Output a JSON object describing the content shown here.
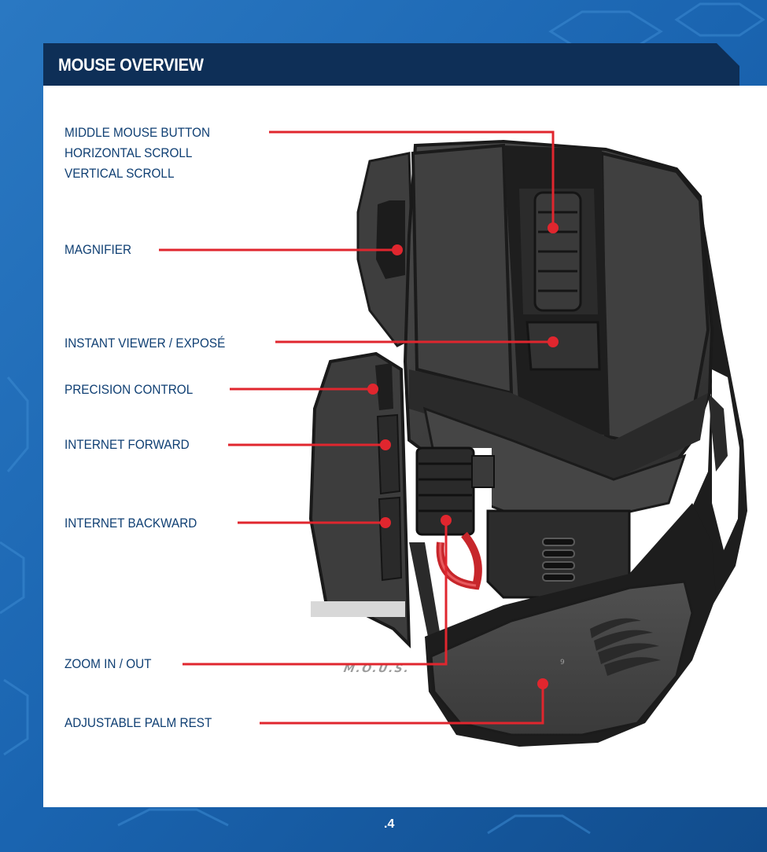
{
  "header": {
    "title": "MOUSE OVERVIEW"
  },
  "callouts": {
    "middle_button": [
      "MIDDLE MOUSE BUTTON",
      "HORIZONTAL SCROLL",
      "VERTICAL SCROLL"
    ],
    "magnifier": "MAGNIFIER",
    "instant_viewer": "INSTANT VIEWER / EXPOSÉ",
    "precision_control": "PRECISION CONTROL",
    "internet_forward": "INTERNET FORWARD",
    "internet_backward": "INTERNET BACKWARD",
    "zoom": "ZOOM IN / OUT",
    "palm_rest": "ADJUSTABLE PALM REST"
  },
  "mouse": {
    "logo_text": "M.O.U.S.",
    "logo_sup": "9"
  },
  "footer": {
    "page_number": ".4"
  },
  "colors": {
    "background_blue": "#1a5fa8",
    "header_navy": "#0e2f57",
    "label_blue": "#0f3f73",
    "leader_red": "#e0262e",
    "mouse_dark": "#3b3b3b",
    "mouse_black": "#1c1c1c"
  }
}
